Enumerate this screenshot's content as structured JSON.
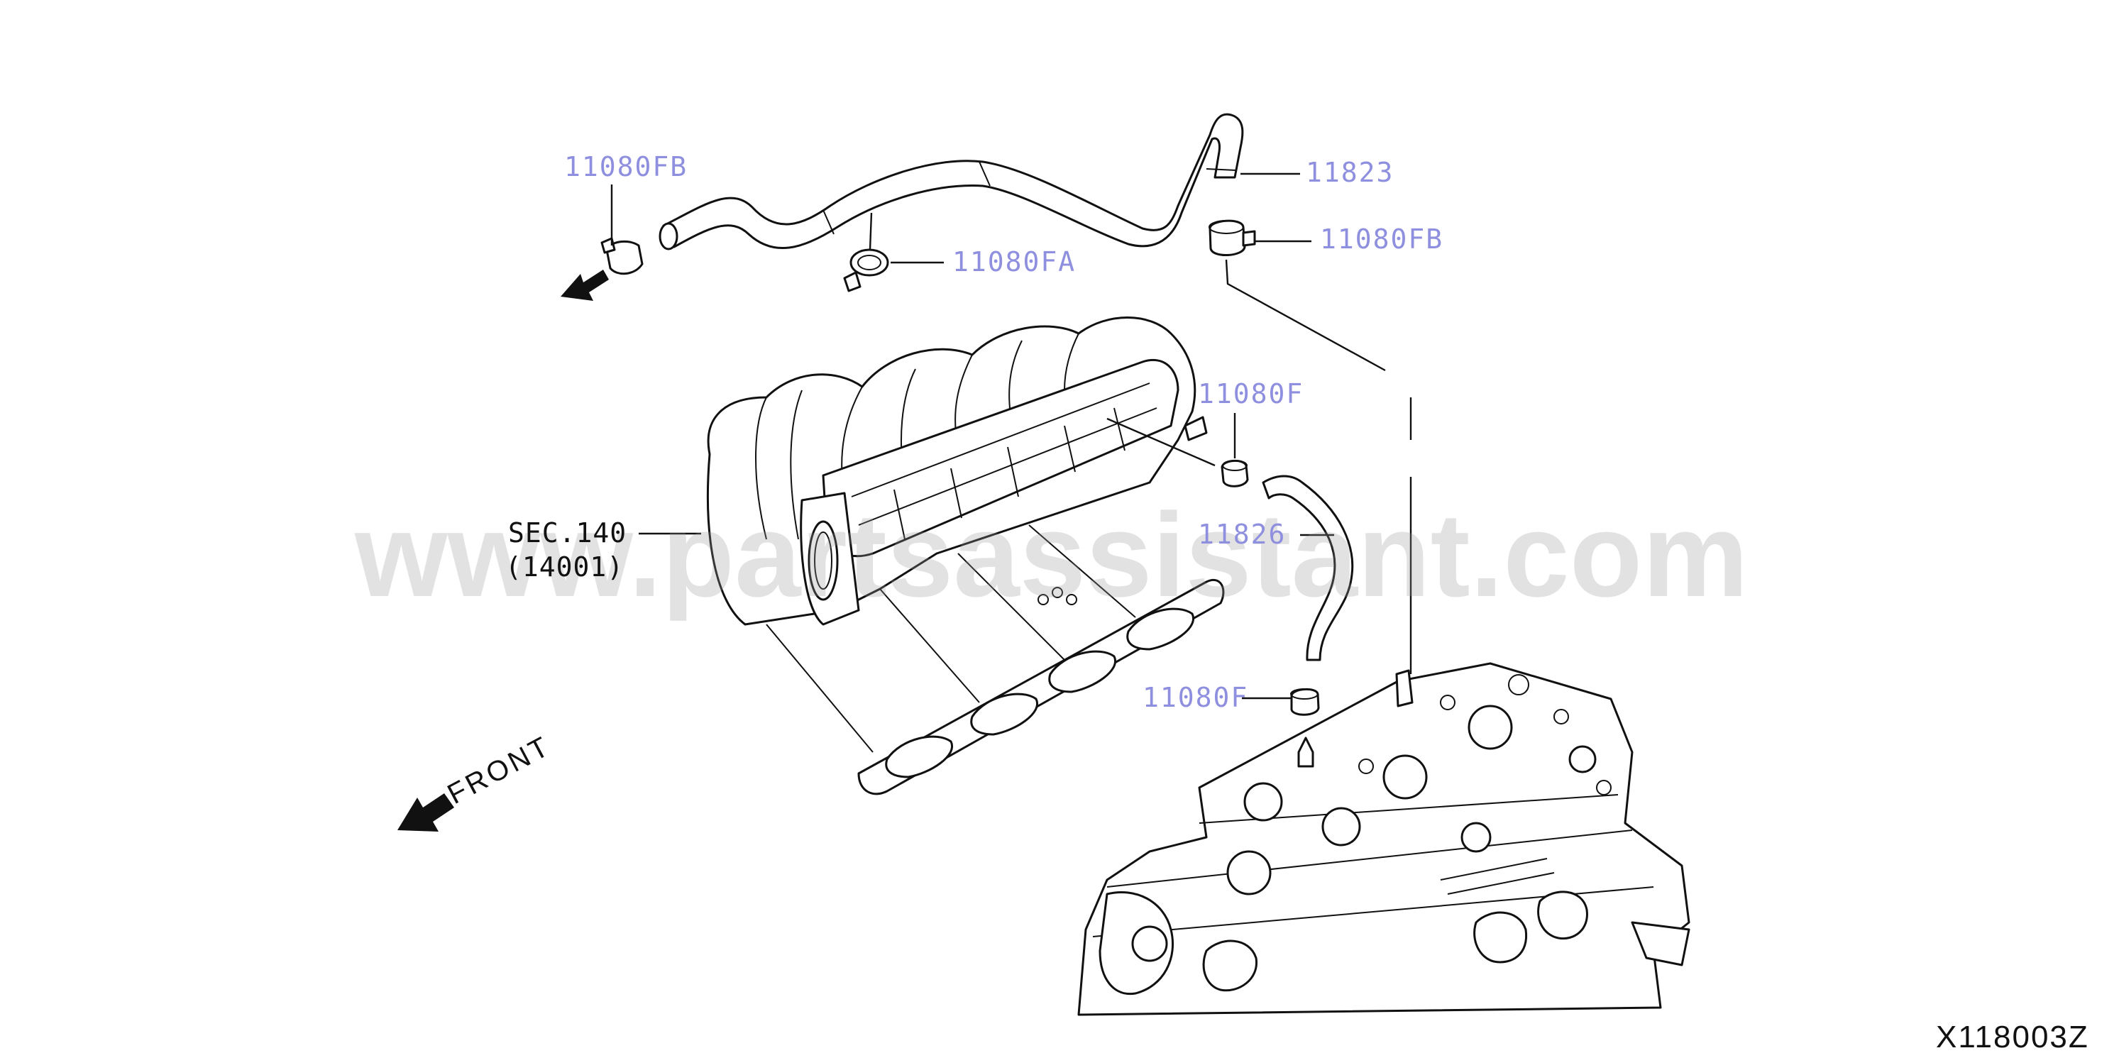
{
  "diagram": {
    "watermark": "www.partsassistant.com",
    "diagram_code": "X118003Z",
    "front_label": "FRONT",
    "section_ref": {
      "line1": "SEC.140",
      "line2": "(14001)"
    },
    "callouts": [
      {
        "id": "hose-clamp-left",
        "part_number": "11080FB"
      },
      {
        "id": "hose-clamp-mid",
        "part_number": "11080FA"
      },
      {
        "id": "upper-hose",
        "part_number": "11823"
      },
      {
        "id": "hose-clamp-right",
        "part_number": "11080FB"
      },
      {
        "id": "lower-clamp-upper",
        "part_number": "11080F"
      },
      {
        "id": "lower-hose",
        "part_number": "11826"
      },
      {
        "id": "lower-clamp-lower",
        "part_number": "11080F"
      }
    ]
  }
}
